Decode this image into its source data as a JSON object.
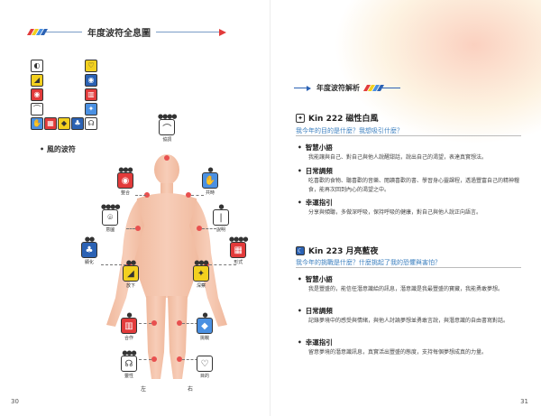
{
  "left": {
    "title": "年度波符全息圖",
    "wind_label": "• 風的波符",
    "left_label": "左",
    "right_label": "右",
    "page_number": "30",
    "seals": [
      {
        "name": "協調",
        "dots": "●●●●",
        "glyph": "⌒",
        "color": "#fff"
      },
      {
        "name": "整合",
        "dots": "●●●",
        "glyph": "◉",
        "color": "#e23b3b"
      },
      {
        "name": "共時",
        "dots": "●",
        "glyph": "✋",
        "color": "#4a90e2"
      },
      {
        "name": "意圖",
        "dots": "●●●●",
        "glyph": "⌾",
        "color": "#fff"
      },
      {
        "name": "說明",
        "dots": "●",
        "glyph": "|",
        "color": "#fff"
      },
      {
        "name": "顯化",
        "dots": "●●",
        "glyph": "♣",
        "color": "#2b62b4"
      },
      {
        "name": "形式",
        "dots": "●●●●",
        "glyph": "▦",
        "color": "#e23b3b"
      },
      {
        "name": "放下",
        "dots": "●●",
        "glyph": "◢",
        "color": "#f2d01f"
      },
      {
        "name": "深察",
        "dots": "●●●",
        "glyph": "✦",
        "color": "#f2d01f"
      },
      {
        "name": "合作",
        "dots": "●",
        "glyph": "▥",
        "color": "#e23b3b"
      },
      {
        "name": "挑戰",
        "dots": "●",
        "glyph": "◆",
        "color": "#4a90e2"
      },
      {
        "name": "靈性",
        "dots": "●●●",
        "glyph": "☊",
        "color": "#fff"
      },
      {
        "name": "目的",
        "dots": "",
        "glyph": "♡",
        "color": "#fff"
      }
    ],
    "grid_colors": [
      "#fff",
      "#f2d01f",
      "#e23b3b",
      "#fff",
      "#4a90e2",
      "#e23b3b",
      "#f2d01f",
      "#2b62b4",
      "#fff",
      "#4a90e2",
      "#e23b3b",
      "#2b62b4",
      "#f2d01f"
    ]
  },
  "right": {
    "header": "年度波符解析",
    "page_number": "31",
    "entries": [
      {
        "kin": "Kin 222 磁性白風",
        "question": "我今年的目的是什麼？我想吸引什麼？",
        "sections": [
          {
            "heading": "智慧小語",
            "text": "我能讓與自己、對自己與他人說醒甜話，說出自己的渴望，表達真實想法。"
          },
          {
            "heading": "日常調頻",
            "text": "吃喜歡的食物、聽喜歡的音樂、閱讀喜歡的書、學習身心靈課程，透過豐富自己的精神糧食，能再次回到內心的渴望之中。"
          },
          {
            "heading": "幸運指引",
            "text": "分享與傾聽，多做深呼吸，保持呼吸的健康，對自己與他人說正向語言。"
          }
        ]
      },
      {
        "kin": "Kin 223 月亮藍夜",
        "question": "我今年的挑戰是什麼？什麼挑起了我的恐懼與害怕？",
        "sections": [
          {
            "heading": "智慧小語",
            "text": "我是豐盛的，能信任潛意識給的訊息，潛意識是我最豐盛的寶藏，我能勇敢夢想。"
          },
          {
            "heading": "日常調頻",
            "text": "記錄夢境中的感受與情緒，與他人討論夢想並勇敢言說，與潛意識的自由書寫對話。"
          },
          {
            "heading": "幸運指引",
            "text": "留意夢境的潛意識訊息，真實活出豐盛的態度，支持每個夢想成真的力量。"
          }
        ]
      }
    ]
  }
}
